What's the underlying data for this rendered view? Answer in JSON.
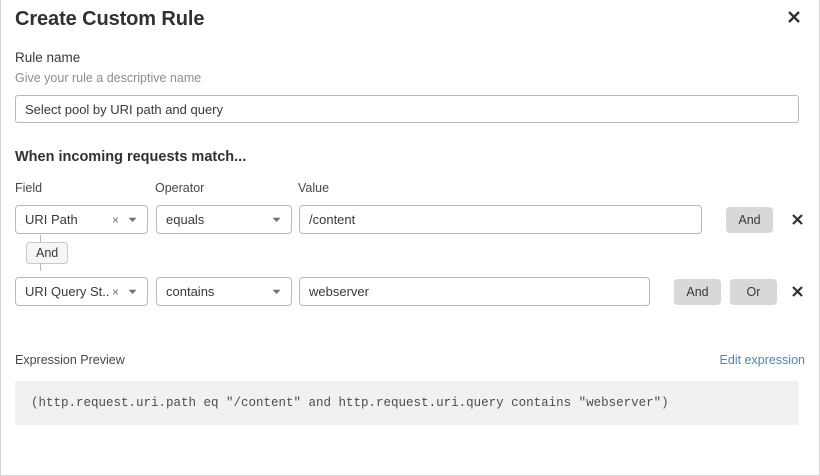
{
  "dialog": {
    "title": "Create Custom Rule",
    "close_icon": "close-icon"
  },
  "rule_name": {
    "label": "Rule name",
    "help": "Give your rule a descriptive name",
    "value": "Select pool by URI path and query",
    "placeholder": "Rule name"
  },
  "match": {
    "heading": "When incoming requests match...",
    "columns": {
      "field": "Field",
      "operator": "Operator",
      "value": "Value"
    },
    "connector_chip": "And",
    "rows": [
      {
        "field": "URI Path",
        "clear_icon": "×",
        "caret_icon": "chevron-down-icon",
        "operator": "equals",
        "value": "/content",
        "value_placeholder": "Value",
        "buttons": [
          "And"
        ],
        "remove_icon": "close-icon"
      },
      {
        "field": "URI Query St...",
        "clear_icon": "×",
        "caret_icon": "chevron-down-icon",
        "operator": "contains",
        "value": "webserver",
        "value_placeholder": "Value",
        "buttons": [
          "And",
          "Or"
        ],
        "remove_icon": "close-icon"
      }
    ]
  },
  "expression": {
    "label": "Expression Preview",
    "edit_link": "Edit expression",
    "code": "(http.request.uri.path eq \"/content\" and http.request.uri.query contains \"webserver\")"
  },
  "colors": {
    "link": "#4b87b0",
    "button_bg": "#d7d9d9",
    "code_bg": "#f1f1f1",
    "border": "#b7b9ba"
  }
}
